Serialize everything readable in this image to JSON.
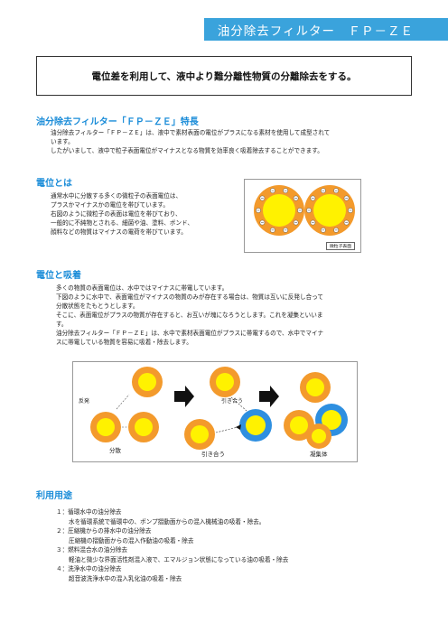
{
  "header": {
    "title": "油分除去フィルター　ＦＰ－ＺＥ"
  },
  "tagline": "電位差を利用して、液中より難分離性物質の分離除去をする。",
  "sections": {
    "feature": {
      "heading": "油分除去フィルター「ＦＰ－ＺＥ」特長",
      "lines": [
        "油分除去フィルター「ＦＰ－ＺＥ」は、液中で素材表面の電位がプラスになる素材を使用して成型されて",
        "います。",
        "したがいまして、液中で粒子表面電位がマイナスとなる物質を効率良く吸着除去することができます。"
      ]
    },
    "potential": {
      "heading": "電位とは",
      "lines": [
        "通常水中に分散する多くの微粒子の表面電位は、",
        "プラスかマイナスかの電位を帯びています。",
        "右図のように微粒子の表面は電位を帯びており、",
        "一般的に不純物とされる、細菌や油、塗料、ボンド、",
        "顔料などの物質はマイナスの電荷を帯びています。"
      ],
      "diagram_label": "微粒子表面"
    },
    "adsorption": {
      "heading": "電位と吸着",
      "lines": [
        "多くの物質の表面電位は、水中ではマイナスに帯電しています。",
        "下図のように水中で、表面電位がマイナスの物質のみが存在する場合は、物質は互いに反発し合って",
        "分散状態をたもとうとします。",
        "そこに、表面電位がプラスの物質が存在すると、お互いが塊になろうとします。これを凝集といいま",
        "す。",
        "油分除去フィルター「ＦＰ－ＺＥ」は、水中で素材表面電位がプラスに帯電するので、水中でマイナ",
        "スに帯電している物質を容易に吸着・除去します。"
      ],
      "diagram": {
        "repel": "反発",
        "attract_top": "引き合う",
        "dispersion": "分散",
        "attraction": "引き合う",
        "aggregate": "凝集体"
      }
    },
    "uses": {
      "heading": "利用用途",
      "items": [
        {
          "title": "１：循環水中の油分除去",
          "desc": "水を循環系統で循環中の、ポンプ摺動面からの混入機械油の吸着・除去。"
        },
        {
          "title": "２：圧縮機からの排水中の油分除去",
          "desc": "圧縮機の摺動面からの混入作動油の吸着・除去"
        },
        {
          "title": "３：燃料混合水の油分除去",
          "desc": "軽油と微少な界面活性剤混入液で、エマルジョン状態になっている油の吸着・除去"
        },
        {
          "title": "４：洗浄水中の油分除去",
          "desc": "超音波洗浄水中の混入乳化油の吸着・除去"
        }
      ]
    }
  },
  "colors": {
    "accent": "#1a8cd8",
    "header_bg": "#3aa3dc",
    "particle_outer": "#f39a2c",
    "particle_inner": "#fff200",
    "positive_outer": "#2e8fe0"
  }
}
